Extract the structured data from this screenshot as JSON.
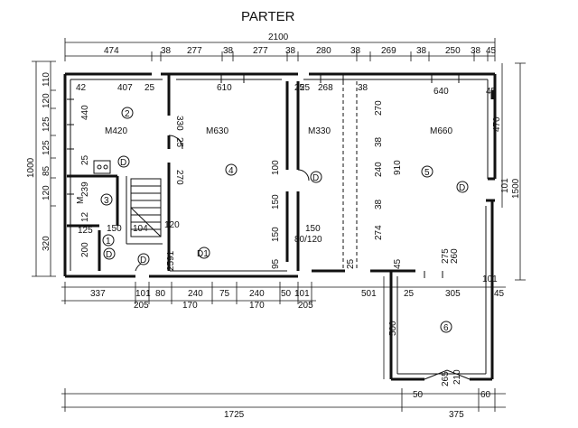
{
  "title": "PARTER",
  "rooms": [
    {
      "number": "2",
      "code": "M420"
    },
    {
      "number": "4",
      "code": "M630"
    },
    {
      "number": "",
      "code": "M330"
    },
    {
      "number": "5",
      "code": "M660"
    },
    {
      "number": "3",
      "code": ""
    },
    {
      "number": "1",
      "code": ""
    },
    {
      "number": "6",
      "code": ""
    }
  ],
  "door_marks": {
    "d": "D",
    "d1": "D1",
    "m": "M"
  },
  "top_dims": {
    "total": "2100",
    "row": [
      "474",
      "38",
      "277",
      "38",
      "277",
      "38",
      "280",
      "38",
      "269",
      "38",
      "250",
      "38",
      "45"
    ]
  },
  "inner_top": [
    "42",
    "407",
    "25",
    "610",
    "25",
    "268",
    "38",
    "640",
    "45"
  ],
  "left_dims": {
    "outer": "1000",
    "row1": [
      "110",
      "120",
      "125",
      "125",
      "85",
      "120",
      "320"
    ],
    "row2": [
      "440",
      "25",
      "239",
      "12"
    ],
    "extra": [
      "125",
      "200",
      "150",
      "104"
    ]
  },
  "interior": [
    "330",
    "25",
    "270",
    "120",
    "100",
    "150",
    "150",
    "150",
    "80/120",
    "95",
    "25",
    "25",
    "270",
    "38",
    "240",
    "38",
    "274",
    "910",
    "45",
    "275",
    "260",
    "2591"
  ],
  "right_dims": {
    "outer": "1500",
    "top": "470",
    "mid": "101",
    "small": "101"
  },
  "bottom_inner": [
    "337",
    "101",
    "80",
    "240",
    "75",
    "240",
    "50",
    "101",
    "501",
    "25",
    "305",
    "45"
  ],
  "bottom_row2": [
    "205",
    "170",
    "170",
    "205"
  ],
  "annex": [
    "500",
    "265",
    "210",
    "50",
    "60"
  ],
  "bottom_total": [
    "1725",
    "375"
  ]
}
